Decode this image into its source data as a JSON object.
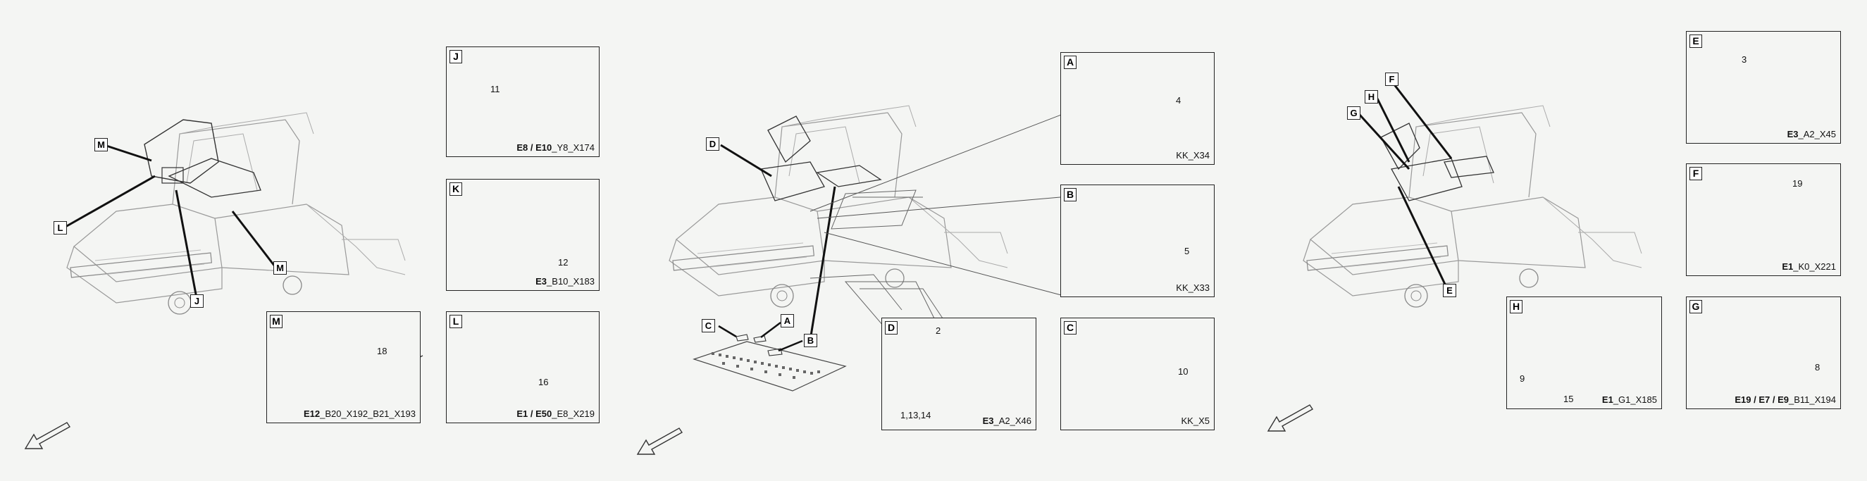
{
  "callouts": {
    "left": [
      "M",
      "L",
      "J",
      "M"
    ],
    "center": [
      "D",
      "C",
      "A",
      "B"
    ],
    "right": [
      "H",
      "F",
      "G",
      "E"
    ]
  },
  "boxes": {
    "J": {
      "letter": "J",
      "part": "11",
      "caption_bold": "E8 / E10",
      "caption_rest": "_Y8_X174"
    },
    "K": {
      "letter": "K",
      "part": "12",
      "caption_bold": "E3",
      "caption_rest": "_B10_X183"
    },
    "L": {
      "letter": "L",
      "part": "16",
      "caption_bold": "E1 / E50",
      "caption_rest": "_E8_X219"
    },
    "M": {
      "letter": "M",
      "part": "18",
      "caption_bold": "E12",
      "caption_rest": "_B20_X192_B21_X193"
    },
    "A": {
      "letter": "A",
      "part": "4",
      "caption_bold": "",
      "caption_rest": "KK_X34"
    },
    "B": {
      "letter": "B",
      "part": "5",
      "caption_bold": "",
      "caption_rest": "KK_X33"
    },
    "C": {
      "letter": "C",
      "part": "10",
      "caption_bold": "",
      "caption_rest": "KK_X5"
    },
    "D": {
      "letter": "D",
      "part": "2",
      "part2": "1,13,14",
      "caption_bold": "E3",
      "caption_rest": "_A2_X46"
    },
    "E": {
      "letter": "E",
      "part": "3",
      "caption_bold": "E3",
      "caption_rest": "_A2_X45"
    },
    "F": {
      "letter": "F",
      "part": "19",
      "caption_bold": "E1",
      "caption_rest": "_K0_X221"
    },
    "H": {
      "letter": "H",
      "part": "9",
      "part2": "15",
      "caption_bold": "E1",
      "caption_rest": "_G1_X185"
    },
    "G": {
      "letter": "G",
      "part": "8",
      "caption_bold": "E19 / E7 / E9",
      "caption_rest": "_B11_X194"
    }
  },
  "colors": {
    "ink": "#222222",
    "background": "#f4f5f3",
    "sketch": "#9a9a9a"
  }
}
